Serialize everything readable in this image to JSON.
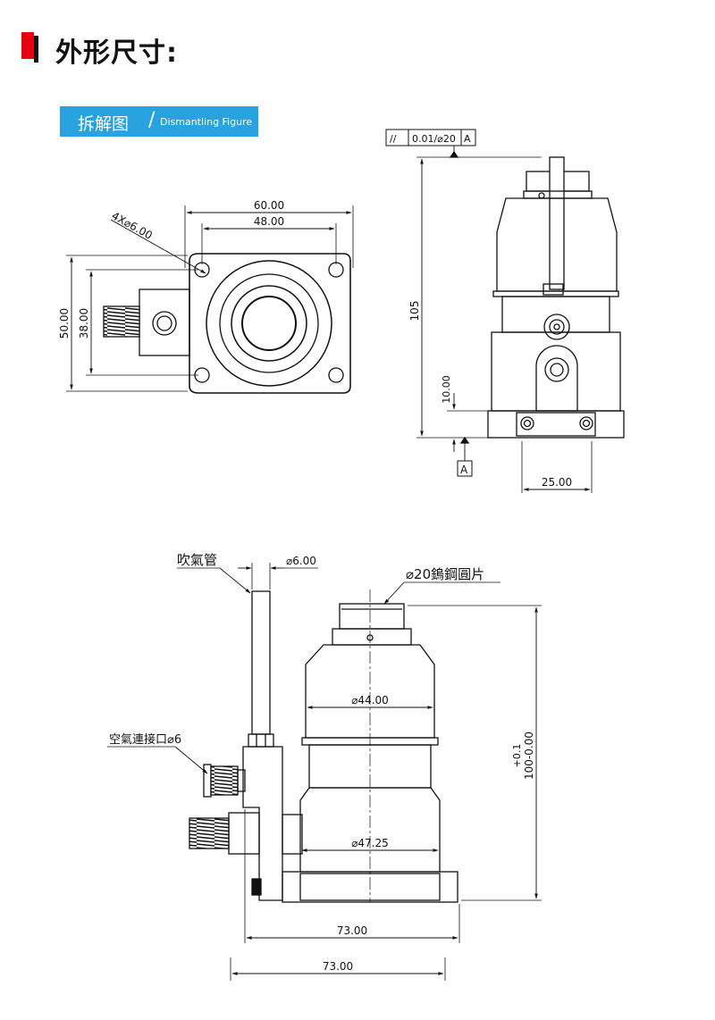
{
  "header": {
    "title": "外形尺寸:"
  },
  "section_tab": {
    "label_cn": "拆解图",
    "separator": "/",
    "label_en": "Dismantling Figure"
  },
  "top_view": {
    "dim_60": "60.00",
    "dim_48": "48.00",
    "dim_holes": "4X⌀6.00",
    "dim_50": "50.00",
    "dim_38": "38.00"
  },
  "side_view": {
    "gdt_symbol": "//",
    "gdt_tolerance": "0.01/⌀20",
    "gdt_datum": "A",
    "dim_105": "105",
    "dim_10": "10.00",
    "datum_label": "A",
    "dim_25": "25.00"
  },
  "front_view": {
    "label_blow_tube": "吹氣管",
    "dim_tube": "⌀6.00",
    "label_steel_disc": "⌀20鎢鋼圓片",
    "dim_44": "⌀44.00",
    "label_air_port": "空氣連接口⌀6",
    "dim_47": "⌀47.25",
    "dim_height_tol": "+0.1",
    "dim_height": "100-0.00",
    "dim_73_a": "73.00",
    "dim_73_b": "73.00"
  }
}
